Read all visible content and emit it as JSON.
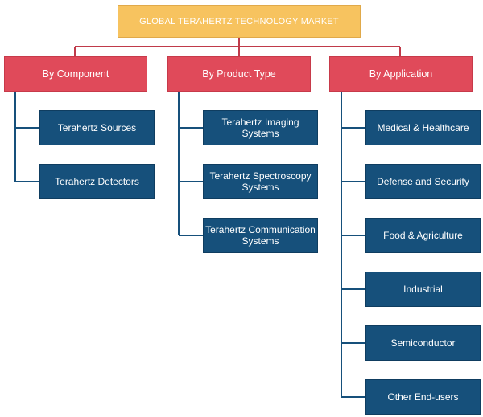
{
  "root": {
    "label": "GLOBAL TERAHERTZ TECHNOLOGY MARKET"
  },
  "categories": [
    {
      "label": "By Component",
      "items": [
        "Terahertz Sources",
        "Terahertz Detectors"
      ]
    },
    {
      "label": "By Product Type",
      "items": [
        "Terahertz Imaging Systems",
        "Terahertz Spectroscopy Systems",
        "Terahertz Communication Systems"
      ]
    },
    {
      "label": "By Application",
      "items": [
        "Medical & Healthcare",
        "Defense and Security",
        "Food & Agriculture",
        "Industrial",
        "Semiconductor",
        "Other End-users"
      ]
    }
  ]
}
